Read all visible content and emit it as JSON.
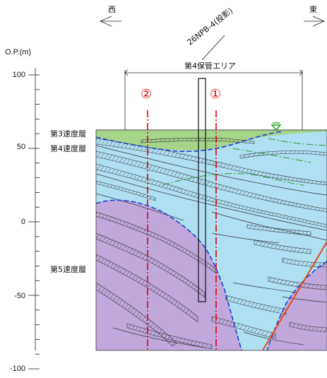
{
  "compass": {
    "west": "西",
    "east": "東"
  },
  "axis": {
    "unit_label": "O.P.(m)",
    "ticks": [
      {
        "value": 100,
        "label": "100"
      },
      {
        "value": 50,
        "label": "50"
      },
      {
        "value": 0,
        "label": "0"
      },
      {
        "value": -50,
        "label": "-50"
      },
      {
        "value": -100,
        "label": "-100"
      }
    ]
  },
  "borehole": {
    "label": "26NPB-4(投影)"
  },
  "area": {
    "label": "第4保管エリア"
  },
  "sections": [
    {
      "label": "②"
    },
    {
      "label": "①"
    }
  ],
  "layers": [
    {
      "label": "第3速度層",
      "color": "#a6d48a"
    },
    {
      "label": "第4速度層",
      "color": "#aee0f2"
    },
    {
      "label": "第5速度層",
      "color": "#c0a8dc"
    }
  ],
  "colors": {
    "boundary": "#1f3fd0",
    "fault": "#e84a1a",
    "section_line": "#e00000",
    "water_level": "#1aa01a",
    "hatch": "#333333"
  }
}
